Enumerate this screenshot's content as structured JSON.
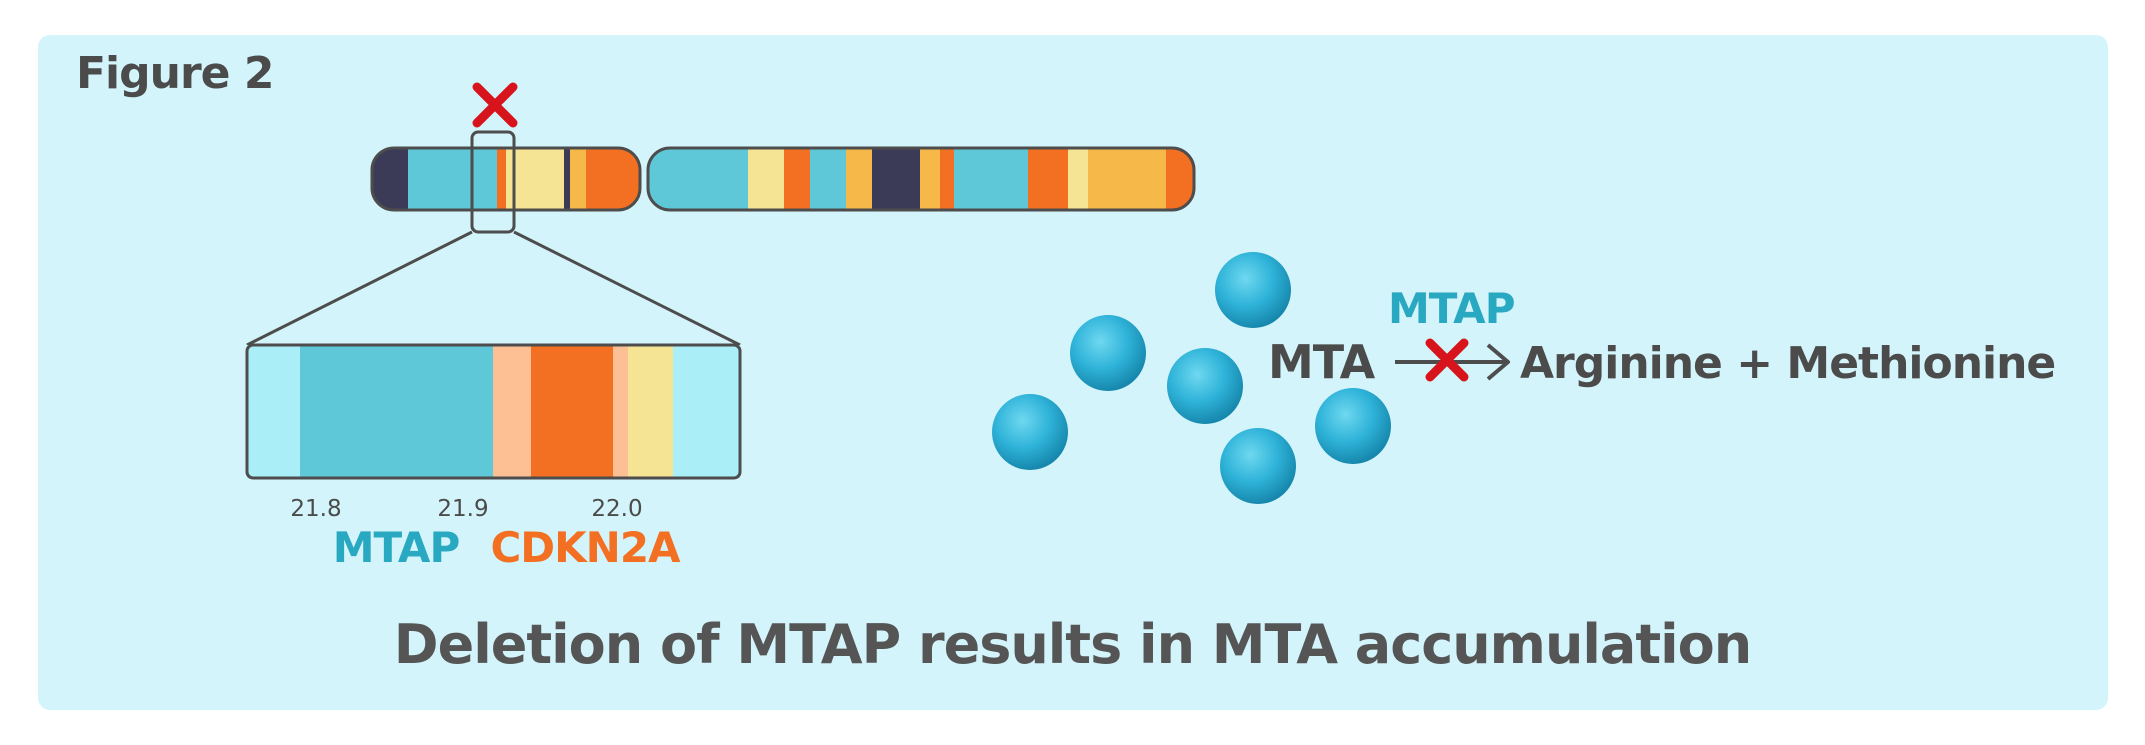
{
  "figure_label": "Figure 2",
  "caption": "Deletion of MTAP results in MTA accumulation",
  "ticks": [
    "21.8",
    "21.9",
    "22.0"
  ],
  "genes": {
    "mtap": "MTAP",
    "cdkn2a": "CDKN2A"
  },
  "reaction": {
    "substrate": "MTA",
    "enzyme": "MTAP",
    "product": "Arginine + Methionine"
  },
  "colors": {
    "background": "#d3f4fa",
    "teal": "#5ec8d8",
    "light_blue": "#aaeef8",
    "dark_band": "#3b3a57",
    "orange": "#f36f21",
    "yellow": "#f5e493",
    "gold": "#f7b84a",
    "peach": "#fdbf94",
    "red_x": "#d7141c",
    "text_teal": "#29a9c1",
    "text_orange": "#f36f21",
    "text_gray": "#4b4b4b",
    "molecule": "#2fb3d9"
  },
  "icons": [
    "deletion-x-icon",
    "inhibition-x-icon",
    "reaction-arrow-icon",
    "mta-molecule-icon"
  ]
}
